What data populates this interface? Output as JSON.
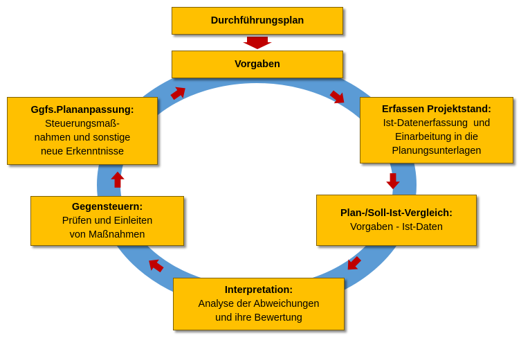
{
  "colors": {
    "box_fill": "#ffc000",
    "ring": "#5b9bd5",
    "arrow": "#c00000"
  },
  "boxes": {
    "plan": {
      "title": "Durchführungsplan"
    },
    "vorgaben": {
      "title": "Vorgaben"
    },
    "erfassen": {
      "title": "Erfassen Projektstand:",
      "lines": [
        "Ist-Datenerfassung  und",
        "Einarbeitung in die",
        "Planungsunterlagen"
      ]
    },
    "vergleich": {
      "title": "Plan-/Soll-Ist-Vergleich:",
      "lines": [
        "Vorgaben - Ist-Daten"
      ]
    },
    "interpretation": {
      "title": "Interpretation:",
      "lines": [
        "Analyse der Abweichungen",
        "und ihre Bewertung"
      ]
    },
    "gegensteuern": {
      "title": "Gegensteuern:",
      "lines": [
        "Prüfen und Einleiten",
        "von Maßnahmen"
      ]
    },
    "anpassung": {
      "title": "Ggfs.Plananpassung:",
      "lines": [
        "Steuerungsmaß-",
        "nahmen und sonstige",
        "neue Erkenntnisse"
      ]
    }
  },
  "arrows": [
    "plan-to-vorgaben",
    "vorgaben-to-erfassen",
    "erfassen-to-vergleich",
    "vergleich-to-interpretation",
    "interpretation-to-gegensteuern",
    "gegensteuern-to-anpassung",
    "anpassung-to-vorgaben"
  ]
}
